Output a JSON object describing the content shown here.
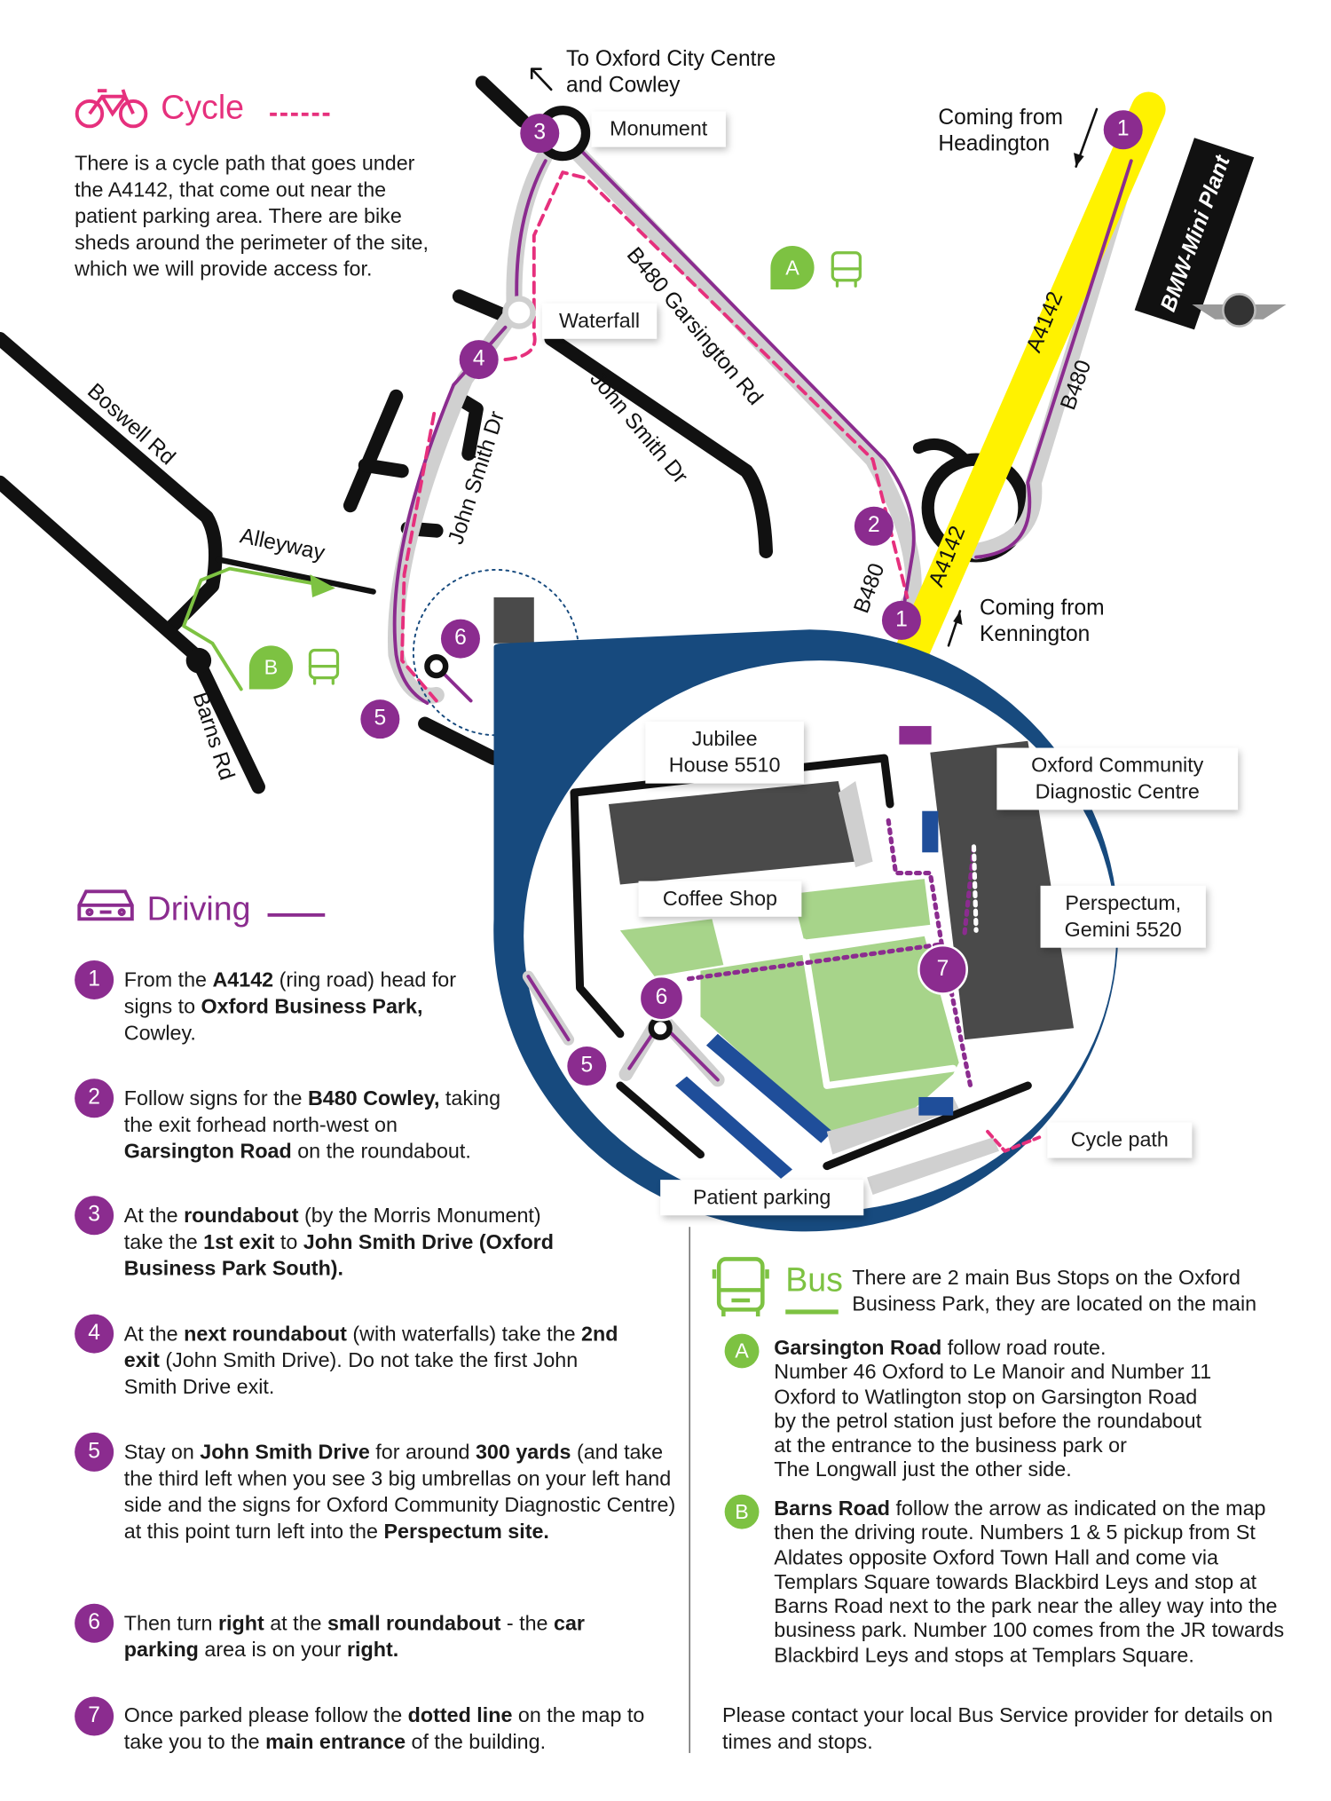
{
  "colors": {
    "cycle": "#e6307d",
    "driving": "#8b2c8f",
    "bus": "#7dc242",
    "a4142": "#fff200",
    "ring": "#174a7e"
  },
  "cycle": {
    "title": "Cycle",
    "text": "There is a cycle path that goes under the A4142, that come out near the patient parking area. There are bike sheds around the perimeter of the site, which we will provide access for."
  },
  "map": {
    "to_city": "To Oxford City Centre",
    "to_city2": "and Cowley",
    "monument": "Monument",
    "waterfall": "Waterfall",
    "from_headington": "Coming from",
    "from_headington2": "Headington",
    "from_kennington": "Coming from",
    "from_kennington2": "Kennington",
    "bmw": "BMW-Mini Plant",
    "mini_logo": "MINI",
    "roads": {
      "garsington": "B480 Garsington Rd",
      "john_smith_1": "John Smith Dr",
      "john_smith_2": "John Smith Dr",
      "boswell": "Boswell Rd",
      "alleyway": "Alleyway",
      "barns": "Barns Rd",
      "a4142_1": "A4142",
      "a4142_2": "A4142",
      "b480_1": "B480",
      "b480_2": "B480"
    },
    "markers": [
      "1",
      "2",
      "3",
      "4",
      "5",
      "6",
      "1"
    ],
    "bus_stops": [
      "A",
      "B"
    ],
    "site": {
      "jubilee": "Jubilee",
      "jubilee2": "House 5510",
      "ocdc": "Oxford Community",
      "ocdc2": "Diagnostic Centre",
      "coffee": "Coffee Shop",
      "perspectum": "Perspectum,",
      "perspectum2": "Gemini 5520",
      "cycle_path": "Cycle path",
      "patient_parking": "Patient parking",
      "m7": "7",
      "m6": "6",
      "m5": "5"
    }
  },
  "driving": {
    "title": "Driving",
    "steps": [
      {
        "n": "1",
        "s": [
          "From the ",
          "A4142",
          " (ring road) head for signs to ",
          "Oxford Business Park,",
          " Cowley."
        ]
      },
      {
        "n": "2",
        "s": [
          "Follow signs for the ",
          "B480 Cowley,",
          " taking the exit forhead north-west on ",
          "Garsington Road",
          " on the roundabout."
        ]
      },
      {
        "n": "3",
        "s": [
          "At the ",
          "roundabout",
          " (by the Morris Monument) take the ",
          "1st exit",
          " to ",
          "John Smith Drive (Oxford Business Park South)."
        ]
      },
      {
        "n": "4",
        "s": [
          "At the ",
          "next roundabout",
          " (with waterfalls) take the ",
          "2nd exit",
          " (John Smith Drive). Do not take the first John Smith Drive exit."
        ]
      },
      {
        "n": "5",
        "s": [
          "Stay on ",
          "John Smith Drive",
          " for around ",
          "300 yards",
          " (and take the third left when you see 3 big umbrellas on your left hand side and the signs for Oxford Community Diagnostic Centre) at this point turn left into the ",
          "Perspectum site."
        ]
      },
      {
        "n": "6",
        "s": [
          "Then turn ",
          "right",
          " at the ",
          "small roundabout",
          " - the ",
          "car parking",
          " area is on your ",
          "right."
        ]
      },
      {
        "n": "7",
        "s": [
          "Once parked please follow the ",
          "dotted line",
          " on the map to take you to the ",
          "main entrance",
          " of the building."
        ]
      }
    ]
  },
  "bus": {
    "title": "Bus",
    "intro": "There are 2 main Bus Stops on the Oxford Business Park, they are located on the main",
    "a": {
      "label": "A",
      "bold": "Garsington Road",
      "text": " follow road route.",
      "lines": [
        "Number 46 Oxford to Le Manoir and Number 11",
        "Oxford to Watlington stop on Garsington Road",
        "by the petrol station just before the roundabout",
        "at the entrance to the business park or",
        "The Longwall just the other side."
      ]
    },
    "b": {
      "label": "B",
      "bold": "Barns Road",
      "text": " follow the arrow as indicated on the map then the driving route. Numbers 1 & 5 pickup from St Aldates opposite Oxford Town Hall and come via Templars Square towards Blackbird Leys and stop at Barns Road next to the park near the alley way into the business park. Number 100 comes from the JR towards Blackbird Leys and stops at Templars Square."
    },
    "footer": "Please contact your local Bus Service provider for details on times and stops."
  }
}
